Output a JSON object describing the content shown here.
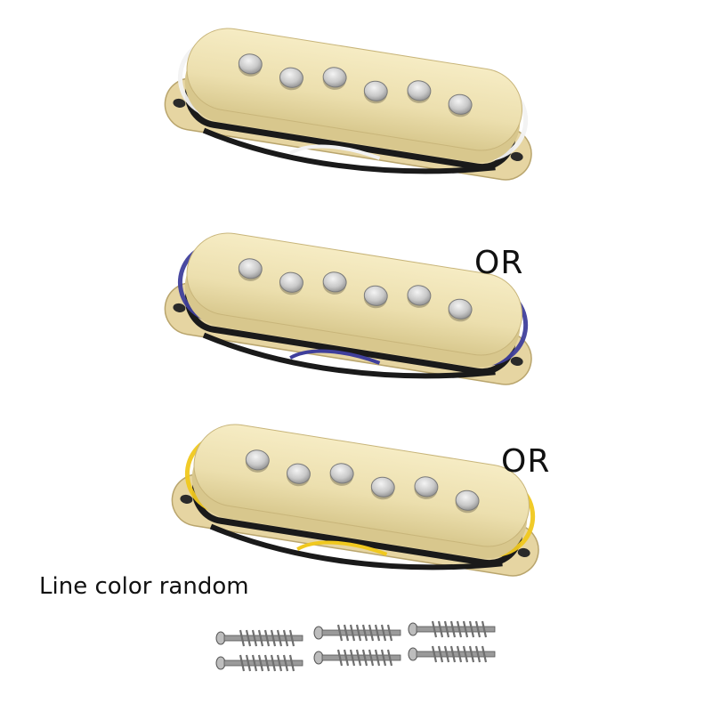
{
  "labels": {
    "or_first": "OR",
    "or_second": "OR",
    "caption": "Line color random"
  },
  "pickups": [
    {
      "name": "pickup-white-wires",
      "cover_color": "#eee1b0",
      "lead_color": "#f2f2f2",
      "pole_count": 6
    },
    {
      "name": "pickup-blue-wires",
      "cover_color": "#eee1b0",
      "lead_color": "#3f3f9c",
      "pole_count": 6
    },
    {
      "name": "pickup-yellow-wires",
      "cover_color": "#eee1b0",
      "lead_color": "#f0c81e",
      "pole_count": 6
    }
  ],
  "screws": {
    "count": 6,
    "color": "#9a9a9a"
  },
  "colors": {
    "background": "#ffffff",
    "ground_wire": "#1a1a1a",
    "pole_piece": "#c8c8c8"
  }
}
